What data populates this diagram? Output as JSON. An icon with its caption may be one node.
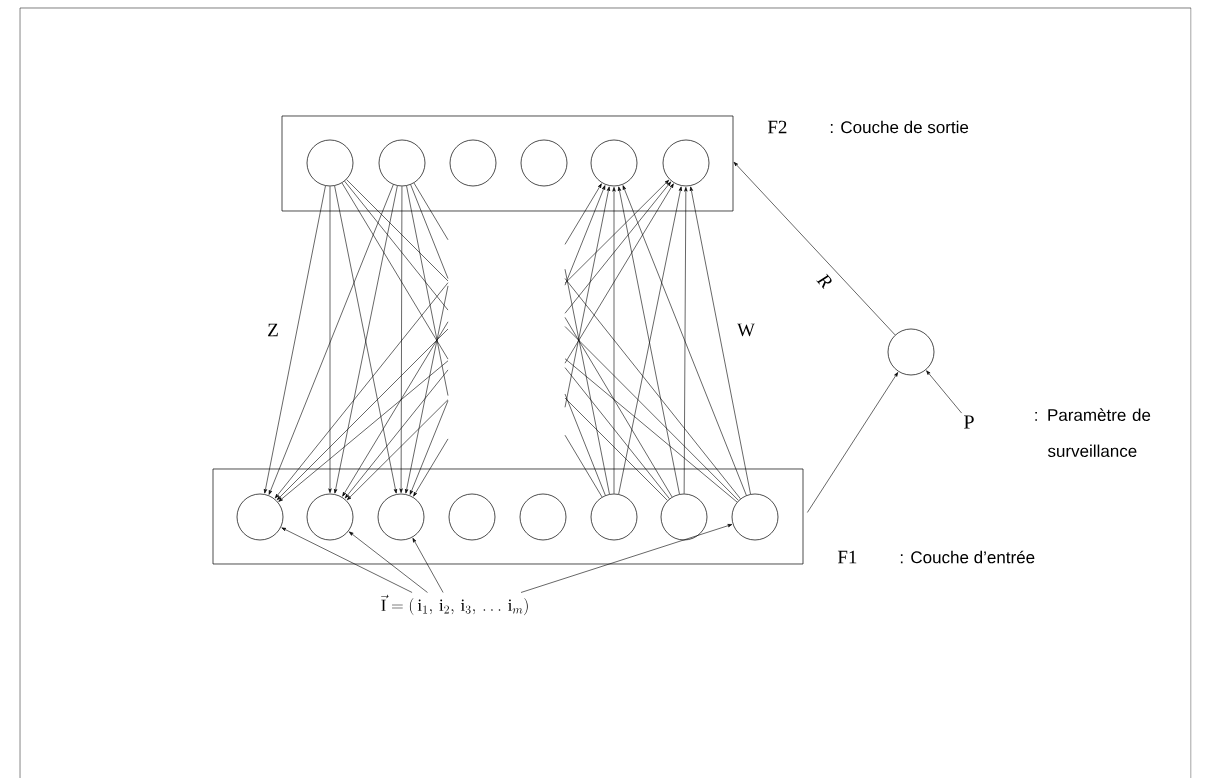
{
  "diagram": {
    "nodes": [
      {
        "text": [],
        "shape": "box",
        "beside": [
          "F2",
          ": Couche de sortie"
        ]
      },
      {
        "text": [],
        "shape": "circle",
        "in": 0
      },
      {
        "text": [],
        "shape": "circle",
        "in": 0
      },
      {
        "text": [],
        "shape": "circle",
        "in": 0
      },
      {
        "text": [],
        "shape": "circle",
        "in": 0
      },
      {
        "text": [],
        "shape": "circle",
        "in": 0
      },
      {
        "text": [],
        "shape": "circle",
        "in": 0
      },
      {
        "text": [],
        "shape": "box",
        "beside": [
          "F1",
          ": Couche d’entrée"
        ]
      },
      {
        "text": [],
        "shape": "circle",
        "in": 7
      },
      {
        "text": [],
        "shape": "circle",
        "in": 7
      },
      {
        "text": [],
        "shape": "circle",
        "in": 7
      },
      {
        "text": [],
        "shape": "circle",
        "in": 7
      },
      {
        "text": [],
        "shape": "circle",
        "in": 7
      },
      {
        "text": [],
        "shape": "circle",
        "in": 7
      },
      {
        "text": [],
        "shape": "circle",
        "in": 7
      },
      {
        "text": [],
        "shape": "circle",
        "in": 7
      },
      {
        "text": [],
        "shape": "circle"
      },
      {
        "text": [
          "P"
        ],
        "beside": [
          ": Paramètre de surveillance"
        ]
      },
      {
        "text": [
          "\\vec{\\mathrm{I}} = (\\, \\mathrm{i}_1,\\, \\mathrm{i}_2,\\, \\mathrm{i}_3,\\, \\ldots\\, \\mathrm{i}_m)"
        ]
      }
    ],
    "edges": [
      {
        "from": 1,
        "to": 8,
        "arrow": "to"
      },
      {
        "from": 1,
        "to": 9,
        "arrow": "to"
      },
      {
        "from": 1,
        "to": 10,
        "arrow": "to"
      },
      {
        "from": 2,
        "to": 8,
        "arrow": "to"
      },
      {
        "from": 2,
        "to": 9,
        "arrow": "to"
      },
      {
        "from": 2,
        "to": 10,
        "arrow": "to"
      },
      {
        "from": 1,
        "to": null,
        "arrow": "none"
      },
      {
        "from": 1,
        "to": null,
        "arrow": "none"
      },
      {
        "from": 1,
        "to": null,
        "arrow": "none"
      },
      {
        "from": 2,
        "to": null,
        "arrow": "none"
      },
      {
        "from": 2,
        "to": null,
        "arrow": "none"
      },
      {
        "from": 2,
        "to": null,
        "arrow": "none"
      },
      {
        "from": null,
        "to": 8,
        "arrow": "to"
      },
      {
        "from": null,
        "to": 8,
        "arrow": "to"
      },
      {
        "from": null,
        "to": 8,
        "arrow": "to"
      },
      {
        "from": null,
        "to": 9,
        "arrow": "to"
      },
      {
        "from": null,
        "to": 9,
        "arrow": "to"
      },
      {
        "from": null,
        "to": 9,
        "arrow": "to"
      },
      {
        "from": null,
        "to": 10,
        "arrow": "to"
      },
      {
        "from": null,
        "to": 10,
        "arrow": "to"
      },
      {
        "from": null,
        "to": 10,
        "arrow": "to"
      },
      {
        "from": 13,
        "to": 5,
        "arrow": "to"
      },
      {
        "from": 13,
        "to": 6,
        "arrow": "to"
      },
      {
        "from": 14,
        "to": 5,
        "arrow": "to"
      },
      {
        "from": 14,
        "to": 6,
        "arrow": "to"
      },
      {
        "from": 15,
        "to": 5,
        "arrow": "to"
      },
      {
        "from": 15,
        "to": 6,
        "arrow": "to"
      },
      {
        "from": 13,
        "to": null,
        "arrow": "none"
      },
      {
        "from": 13,
        "to": null,
        "arrow": "none"
      },
      {
        "from": 13,
        "to": null,
        "arrow": "none"
      },
      {
        "from": 14,
        "to": null,
        "arrow": "none"
      },
      {
        "from": 14,
        "to": null,
        "arrow": "none"
      },
      {
        "from": 14,
        "to": null,
        "arrow": "none"
      },
      {
        "from": 15,
        "to": null,
        "arrow": "none"
      },
      {
        "from": 15,
        "to": null,
        "arrow": "none"
      },
      {
        "from": 15,
        "to": null,
        "arrow": "none"
      },
      {
        "from": null,
        "to": 5,
        "arrow": "to"
      },
      {
        "from": null,
        "to": 5,
        "arrow": "to"
      },
      {
        "from": null,
        "to": 5,
        "arrow": "to"
      },
      {
        "from": null,
        "to": 6,
        "arrow": "to"
      },
      {
        "from": null,
        "to": 6,
        "arrow": "to"
      },
      {
        "from": null,
        "to": 6,
        "arrow": "to"
      },
      {
        "from": 18,
        "to": 8,
        "arrow": "to"
      },
      {
        "from": 18,
        "to": 9,
        "arrow": "to"
      },
      {
        "from": 18,
        "to": 10,
        "arrow": "to"
      },
      {
        "from": 18,
        "to": 15,
        "arrow": "to"
      },
      {
        "from": 7,
        "to": 16,
        "arrow": "to"
      },
      {
        "from": 17,
        "to": 16,
        "arrow": "to"
      },
      {
        "from": 16,
        "to": 0,
        "arrow": "to",
        "label": "R"
      }
    ],
    "labels": [
      "Z",
      "W"
    ]
  }
}
